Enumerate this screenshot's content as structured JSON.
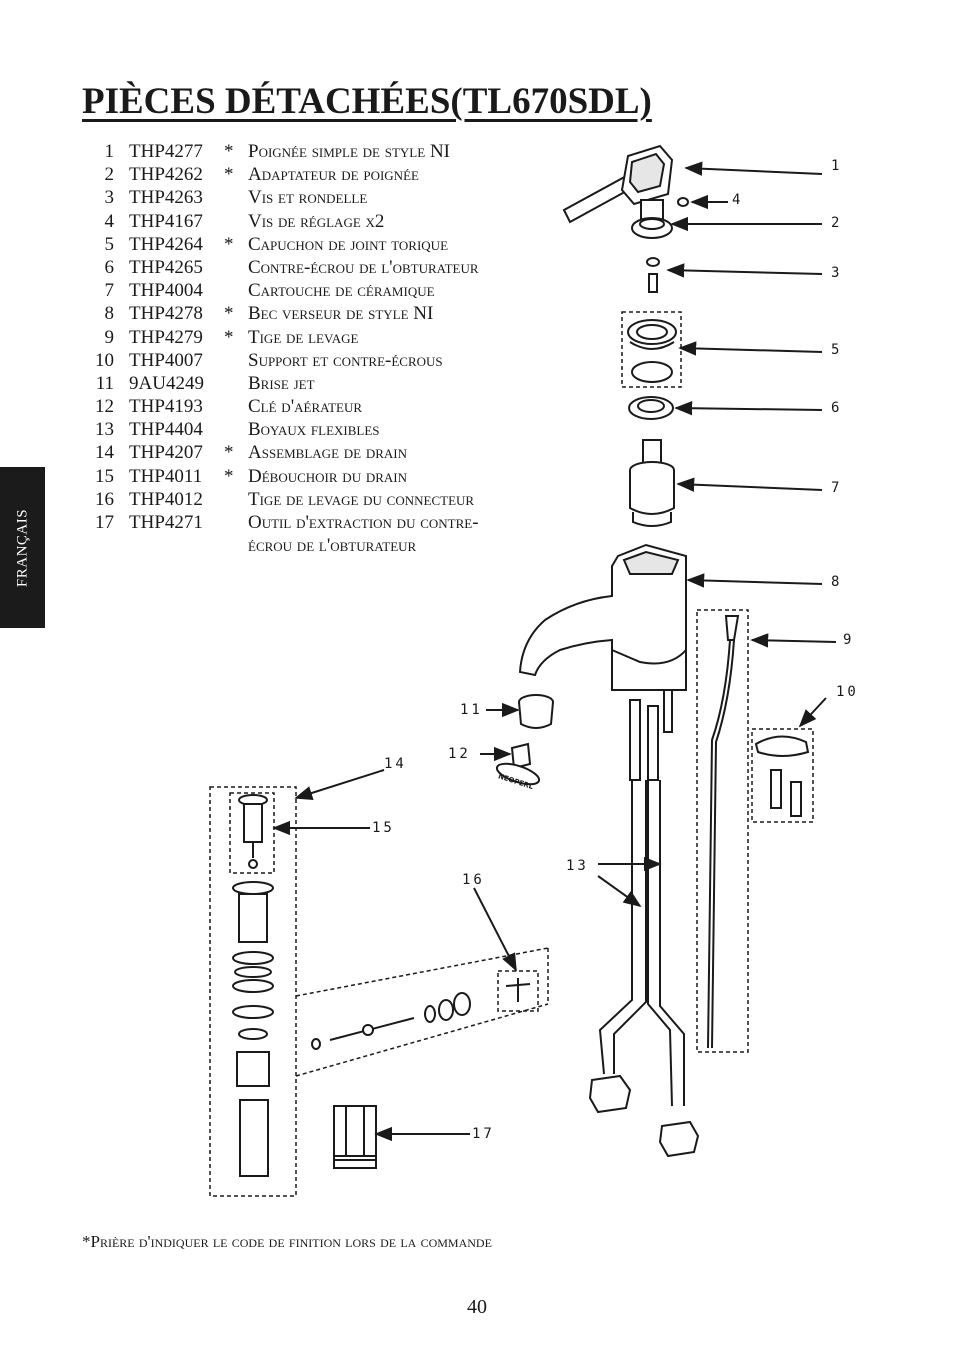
{
  "page": {
    "title": "PIÈCES DÉTACHÉES(TL670SDL)",
    "side_tab": "FRANÇAIS",
    "footnote": "*Prière d'indiquer le code de finition lors de la commande",
    "page_number": "40"
  },
  "parts": [
    {
      "num": "1",
      "code": "THP4277",
      "star": "*",
      "desc": "Poignée simple de style NI"
    },
    {
      "num": "2",
      "code": "THP4262",
      "star": "*",
      "desc": "Adaptateur de poignée"
    },
    {
      "num": "3",
      "code": "THP4263",
      "star": "",
      "desc": "Vis et rondelle"
    },
    {
      "num": "4",
      "code": "THP4167",
      "star": "",
      "desc": "Vis de réglage x2"
    },
    {
      "num": "5",
      "code": "THP4264",
      "star": "*",
      "desc": "Capuchon de joint torique"
    },
    {
      "num": "6",
      "code": "THP4265",
      "star": "",
      "desc": "Contre-écrou de l'obturateur"
    },
    {
      "num": "7",
      "code": "THP4004",
      "star": "",
      "desc": "Cartouche de céramique"
    },
    {
      "num": "8",
      "code": "THP4278",
      "star": "*",
      "desc": "Bec verseur de style NI"
    },
    {
      "num": "9",
      "code": "THP4279",
      "star": "*",
      "desc": "Tige de levage"
    },
    {
      "num": "10",
      "code": "THP4007",
      "star": "",
      "desc": "Support et contre-écrous"
    },
    {
      "num": "11",
      "code": "9AU4249",
      "star": "",
      "desc": "Brise jet"
    },
    {
      "num": "12",
      "code": "THP4193",
      "star": "",
      "desc": "Clé d'aérateur"
    },
    {
      "num": "13",
      "code": "THP4404",
      "star": "",
      "desc": "Boyaux flexibles"
    },
    {
      "num": "14",
      "code": "THP4207",
      "star": "*",
      "desc": "Assemblage de drain"
    },
    {
      "num": "15",
      "code": "THP4011",
      "star": "*",
      "desc": "Débouchoir du drain"
    },
    {
      "num": "16",
      "code": "THP4012",
      "star": "",
      "desc": "Tige de levage du connecteur"
    },
    {
      "num": "17",
      "code": "THP4271",
      "star": "",
      "desc": "Outil d'extraction du contre-",
      "desc2": "écrou de l'obturateur"
    }
  ],
  "diagram": {
    "callouts": {
      "c1": "1",
      "c2": "2",
      "c3": "3",
      "c4": "4",
      "c5": "5",
      "c6": "6",
      "c7": "7",
      "c8": "8",
      "c9": "9",
      "c10": "10",
      "c11": "11",
      "c12": "12",
      "c13": "13",
      "c14": "14",
      "c15": "15",
      "c16": "16",
      "c17": "17"
    },
    "aerator_key_text": "NEOPERL"
  }
}
